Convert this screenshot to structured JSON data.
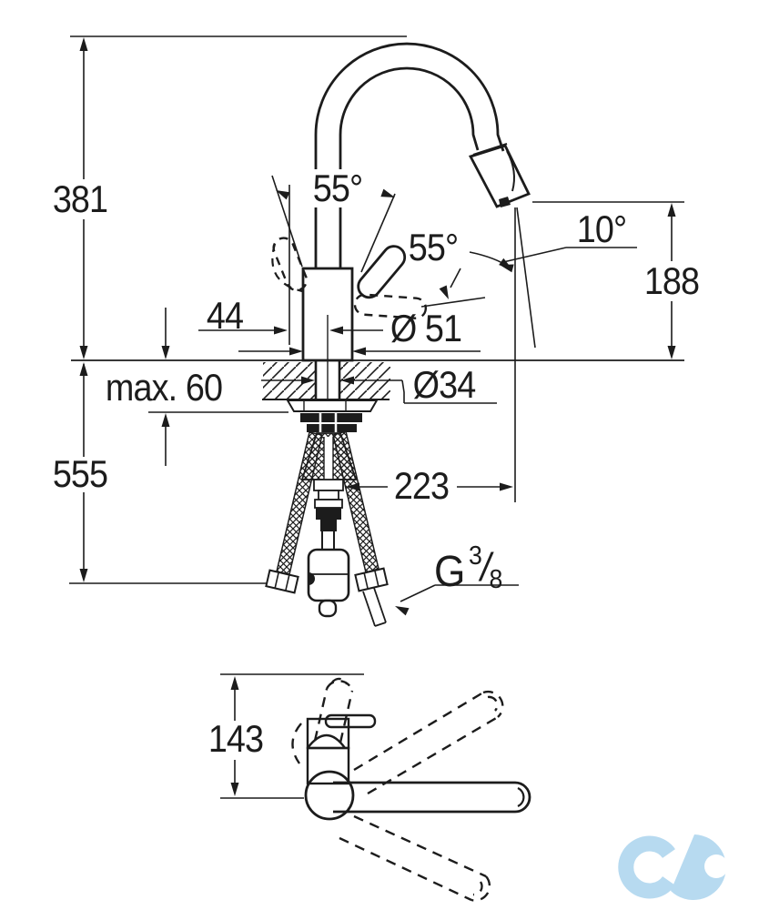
{
  "meta": {
    "description": "Technical dimension drawing of a single-lever kitchen sink mixer tap with pull-out spray, front view and top view",
    "ink_color": "#1c1c1c",
    "watermark_color": "#b7daf0",
    "background_color": "#ffffff"
  },
  "front_view": {
    "overall_height": "381",
    "below_counter_depth": "555",
    "counter_thickness": "max. 60",
    "handle_clearance": "44",
    "body_diameter": "Ø 51",
    "hole_diameter": "Ø34",
    "outlet_height": "188",
    "outlet_angle": "10°",
    "handle_swing_back": "55°",
    "handle_swing_front": "55°",
    "spout_reach": "223",
    "thread": {
      "prefix": "G",
      "numerator": "3",
      "slash": "/",
      "denominator": "8"
    }
  },
  "top_view": {
    "swivel_depth": "143"
  },
  "watermark": {
    "name": "co-logo"
  }
}
